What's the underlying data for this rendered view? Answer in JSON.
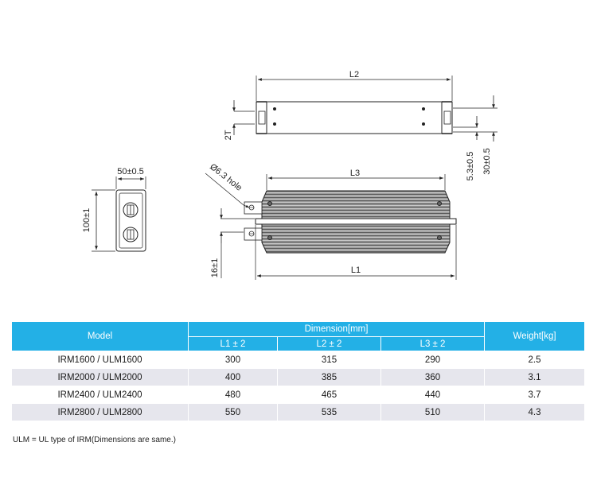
{
  "drawing": {
    "labels": {
      "l2": "L2",
      "l3": "L3",
      "l1": "L1",
      "width": "50±0.5",
      "height": "100±1",
      "hole": "Ø6.3 hole",
      "thickness": "2T",
      "d53": "5.3±0.5",
      "d30": "30±0.5",
      "d16": "16±1"
    }
  },
  "table": {
    "headers": {
      "model": "Model",
      "dimension": "Dimension[mm]",
      "l1": "L1 ± 2",
      "l2": "L2 ± 2",
      "l3": "L3 ± 2",
      "weight": "Weight[kg]"
    },
    "rows": [
      {
        "model": "IRM1600 / ULM1600",
        "l1": "300",
        "l2": "315",
        "l3": "290",
        "weight": "2.5"
      },
      {
        "model": "IRM2000 / ULM2000",
        "l1": "400",
        "l2": "385",
        "l3": "360",
        "weight": "3.1"
      },
      {
        "model": "IRM2400 / ULM2400",
        "l1": "480",
        "l2": "465",
        "l3": "440",
        "weight": "3.7"
      },
      {
        "model": "IRM2800 / ULM2800",
        "l1": "550",
        "l2": "535",
        "l3": "510",
        "weight": "4.3"
      }
    ],
    "header_color": "#23b0e6",
    "stripe_color": "#e6e6ed"
  },
  "footnote": "ULM = UL type of IRM(Dimensions are same.)"
}
